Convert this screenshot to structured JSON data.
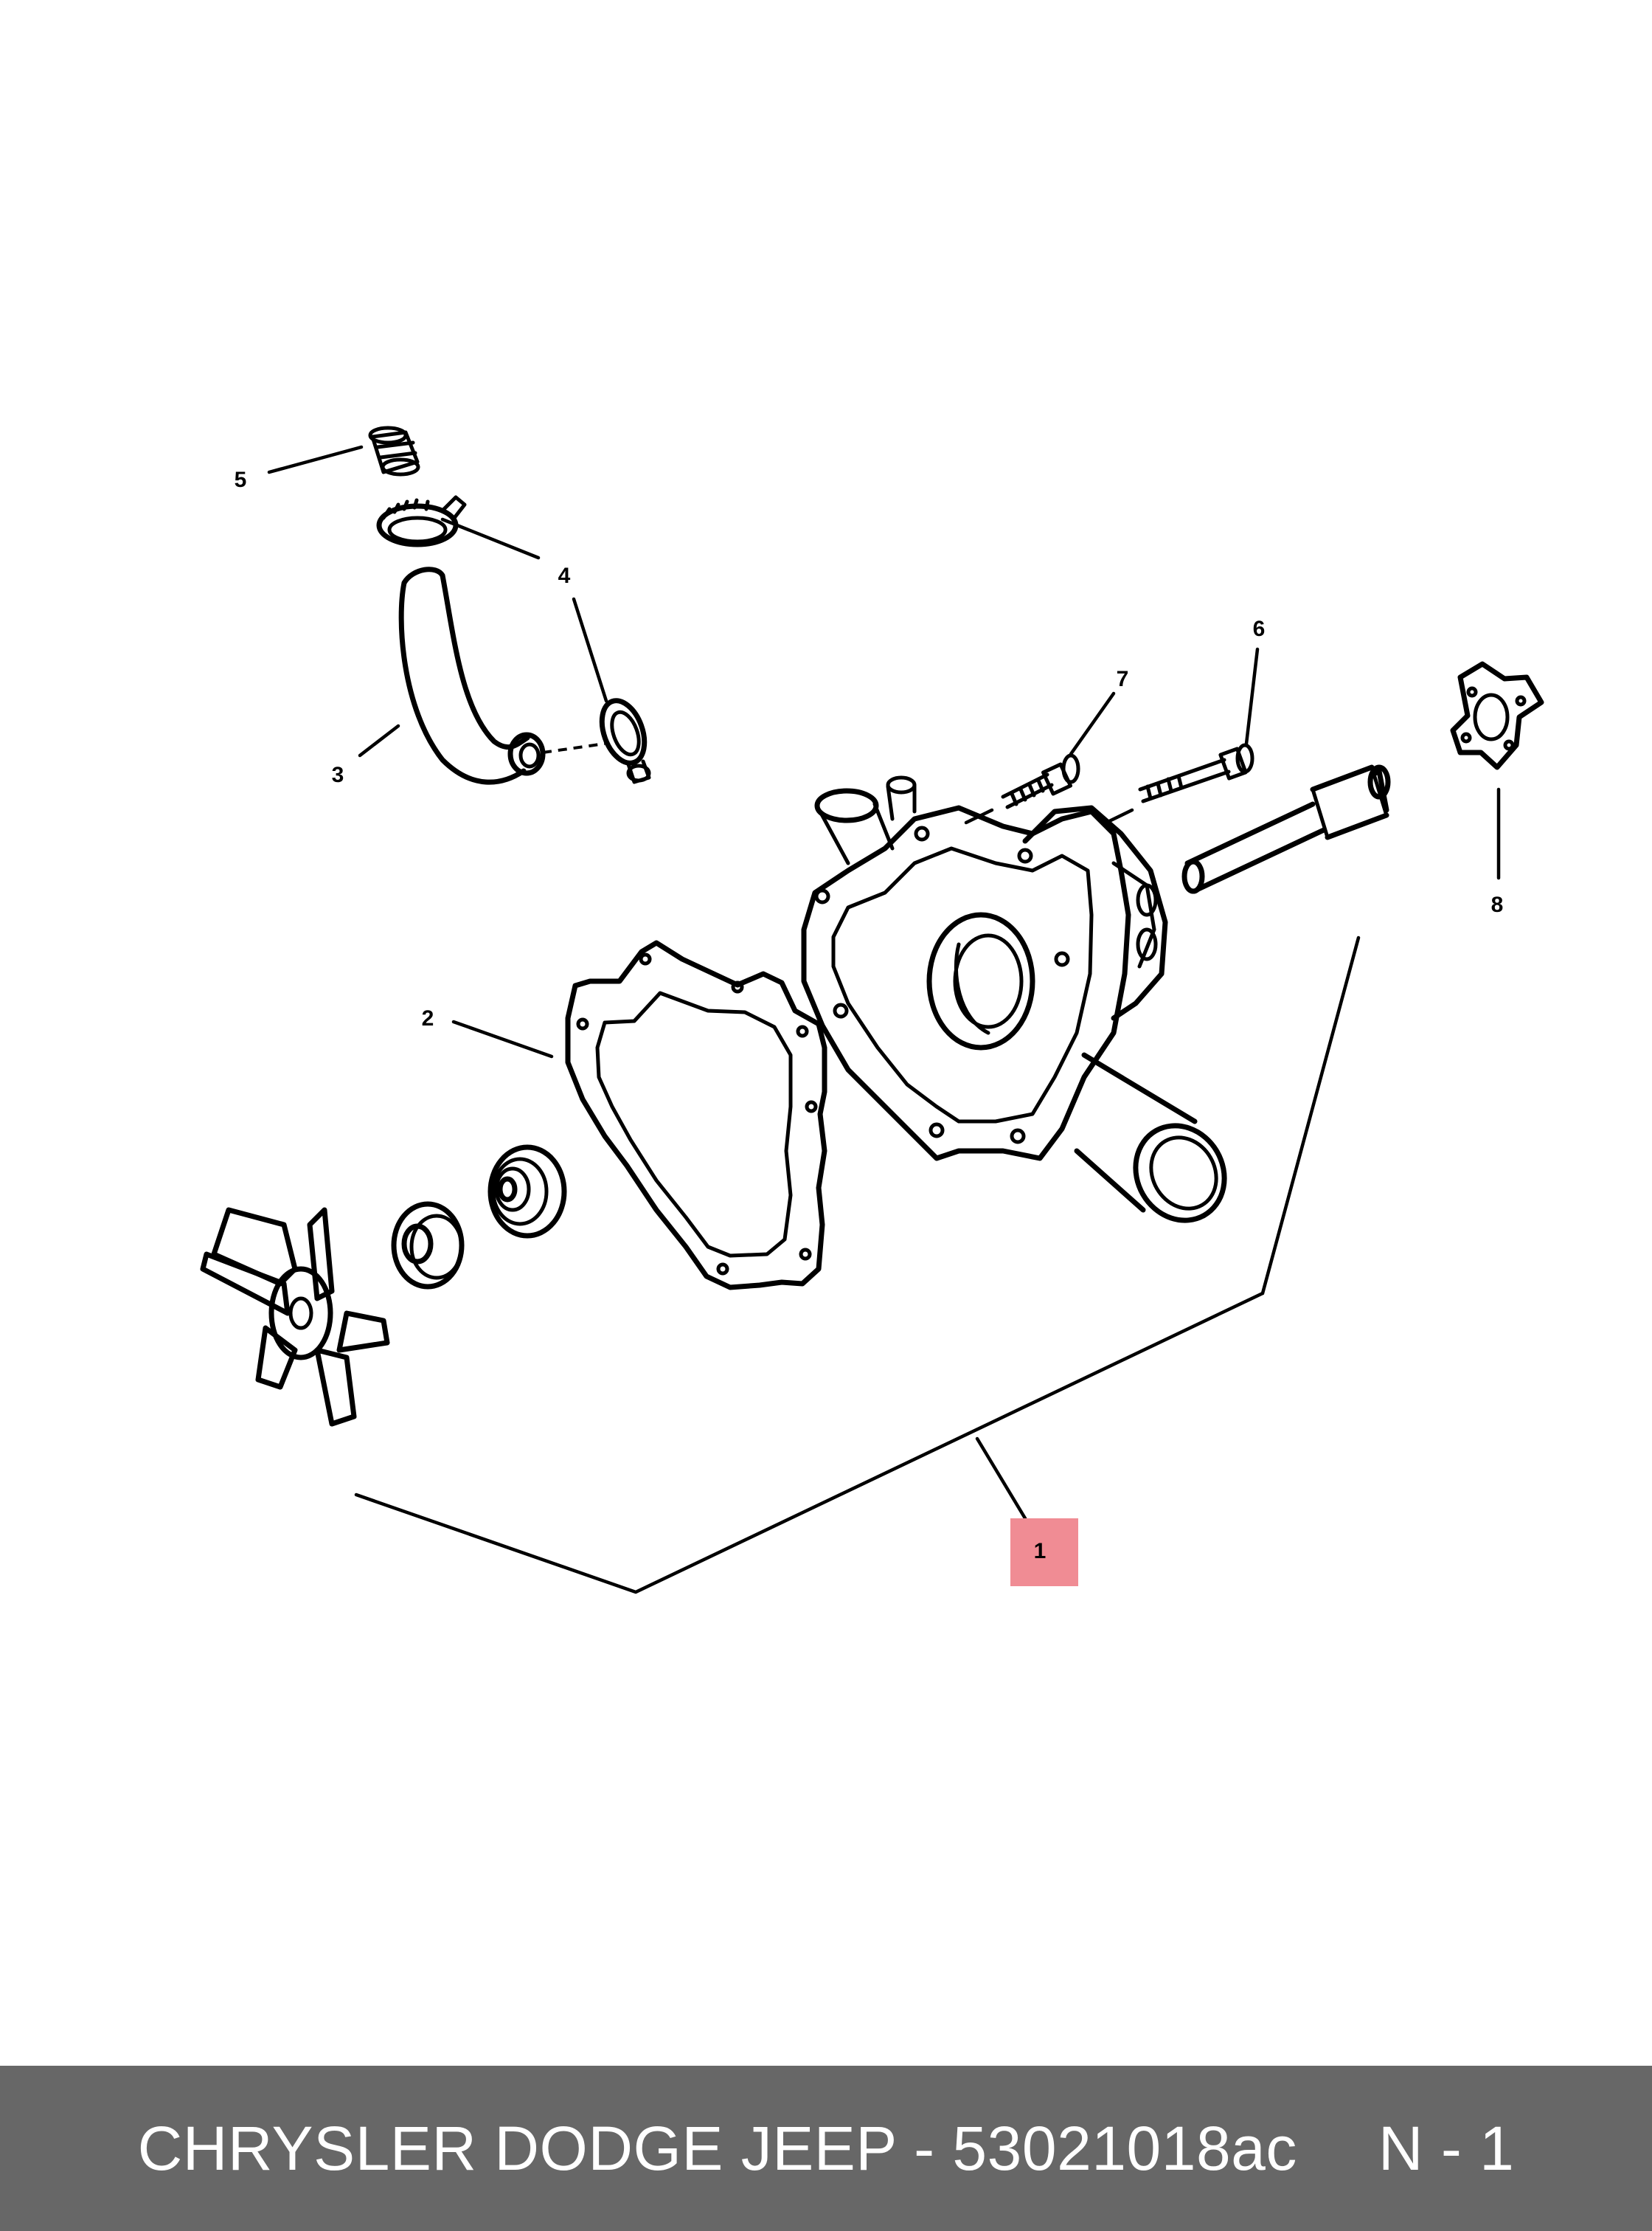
{
  "diagram": {
    "callouts": {
      "c1": "1",
      "c2": "2",
      "c3": "3",
      "c4": "4",
      "c5": "5",
      "c6": "6",
      "c7": "7",
      "c8": "8"
    },
    "highlight_color": "#f08c94"
  },
  "footer": {
    "brand_part": "CHRYSLER DODGE JEEP - 53021018ac",
    "page_ref": "N - 1",
    "background": "#676767"
  }
}
